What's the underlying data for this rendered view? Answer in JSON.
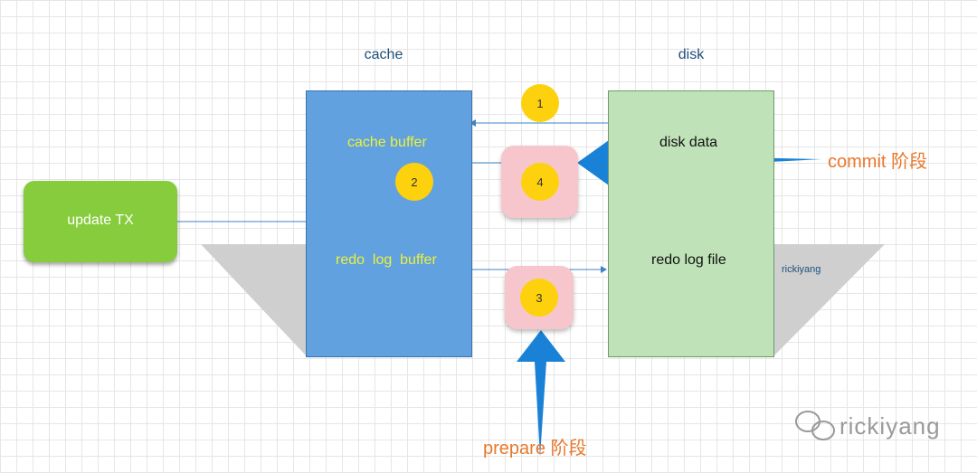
{
  "labels": {
    "cache": "cache",
    "disk": "disk",
    "update_tx": "update TX",
    "cache_buffer": "cache buffer",
    "redo_log_buffer": "redo  log  buffer",
    "disk_data": "disk data",
    "redo_log_file": "redo log file",
    "commit_stage": "commit 阶段",
    "prepare_stage": "prepare 阶段",
    "watermark_small": "rickiyang",
    "watermark": "rickiyang"
  },
  "steps": {
    "s1": "1",
    "s2": "2",
    "s3": "3",
    "s4": "4"
  },
  "colors": {
    "cache_fill": "#62a1e0",
    "disk_fill": "#bfe2b8",
    "tx_fill": "#86cc3c",
    "step_fill": "#fdd10d",
    "highlight_fill": "#f7c6cd",
    "big_arrow": "#1a82d6",
    "stage_text": "#e8782c",
    "buffer_text": "#ecf13a"
  }
}
